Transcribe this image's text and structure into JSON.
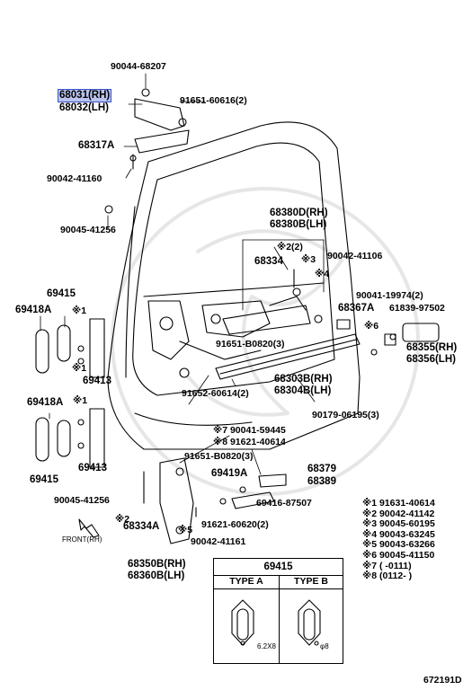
{
  "diagram_id": "672191D",
  "labels": {
    "p90044_68207": "90044-68207",
    "p68031": "68031(RH)",
    "p68032": "68032(LH)",
    "p91651_60616": "91651-60616(2)",
    "p68317A": "68317A",
    "p90042_41160": "90042-41160",
    "p90045_41256a": "90045-41256",
    "p68380D": "68380D(RH)",
    "p68380B": "68380B(LH)",
    "m2_2": "※2(2)",
    "p68334": "68334",
    "m3": "※3",
    "p90042_41106": "90042-41106",
    "m4": "※4",
    "p69415a": "69415",
    "p69418Aa": "69418A",
    "m1a": "※1",
    "m1b": "※1",
    "p69413a": "69413",
    "p90041_19974": "90041-19974(2)",
    "p68367A": "68367A",
    "p61839_97502": "61839-97502",
    "m6": "※6",
    "p68355": "68355(RH)",
    "p68356": "68356(LH)",
    "p91651_B0820_3a": "91651-B0820(3)",
    "p68303B": "68303B(RH)",
    "p68304B": "68304B(LH)",
    "p91652_60614": "91652-60614(2)",
    "p90179_06195": "90179-06195(3)",
    "p69418Ab": "69418A",
    "m1c": "※1",
    "p90041_59445": "※7 90041-59445",
    "p91621_40614": "※8 91621-40614",
    "p69415b": "69415",
    "p69413b": "69413",
    "p91651_B0820_3b": "91651-B0820(3)",
    "p69419A": "69419A",
    "p68379": "68379",
    "p68389": "68389",
    "p90045_41256b": "90045-41256",
    "m2b": "※2",
    "front": "FRONT(RH)",
    "p68334A": "68334A",
    "m5": "※5",
    "p69416_87507": "69416-87507",
    "p91621_60620": "91621-60620(2)",
    "p90042_41161": "90042-41161",
    "p68350B": "68350B(RH)",
    "p68360B": "68360B(LH)"
  },
  "legend": [
    "※1 91631-40614",
    "※2 90042-41142",
    "※3 90045-60195",
    "※4 90043-63245",
    "※5 90043-63266",
    "※6 90045-41150",
    "※7 (      -0111)",
    "※8 (0112-      )"
  ],
  "table": {
    "title": "69415",
    "type_a": "TYPE A",
    "type_b": "TYPE B",
    "dim_a": "6.2X8",
    "dim_b": "φ8"
  }
}
